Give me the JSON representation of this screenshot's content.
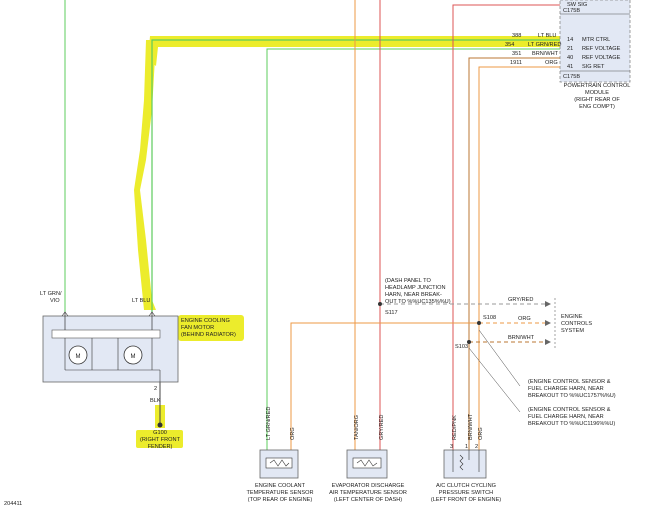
{
  "pcm": {
    "connector_top": "C175B",
    "connector_bottom": "C175B",
    "pins": [
      {
        "label": "SW SIG",
        "circuit": "",
        "wire": "",
        "pin": ""
      },
      {
        "label": "MTR CTRL",
        "circuit": "388",
        "wire": "LT BLU",
        "pin": "14"
      },
      {
        "label": "REF VOLTAGE",
        "circuit": "354",
        "wire": "LT GRN/RED",
        "pin": "21"
      },
      {
        "label": "REF VOLTAGE",
        "circuit": "351",
        "wire": "BRN/WHT",
        "pin": "40"
      },
      {
        "label": "SIG RET",
        "circuit": "1911",
        "wire": "ORG",
        "pin": "41"
      }
    ],
    "caption": [
      "POWERTRAIN CONTROL",
      "MODULE",
      "(RIGHT REAR OF",
      "ENG COMPT)"
    ]
  },
  "fan": {
    "wire_left": [
      "LT GRN/",
      "VIO"
    ],
    "wire_right": "LT BLU",
    "caption": [
      "ENGINE COOLING",
      "FAN MOTOR",
      "(BEHIND RADIATOR)"
    ],
    "motor_symbol": "M",
    "pin": "2",
    "ground_wire": "BLK"
  },
  "ground": {
    "label": "G100",
    "caption": [
      "(RIGHT FRONT",
      "FENDER)"
    ]
  },
  "dash_note": [
    "(DASH PANEL TO",
    "HEADLAMP JUNCTION",
    "HARN, NEAR BREAK-",
    "OUT TO %%UC135%%U)"
  ],
  "splices": {
    "s117": "S117",
    "s108": "S108",
    "s103": "S103"
  },
  "ecs": {
    "wires": [
      "GRY/RED",
      "ORG",
      "BRN/WHT"
    ],
    "caption": [
      "ENGINE",
      "CONTROLS",
      "SYSTEM"
    ]
  },
  "notes": {
    "n1": [
      "(ENGINE CONTROL SENSOR &",
      "FUEL CHARGE HARN, NEAR",
      "BREAKOUT TO %%UC1757%%U)"
    ],
    "n2": [
      "(ENGINE CONTROL SENSOR &",
      "FUEL CHARGE HARN, NEAR",
      "BREAKOUT TO %%UC1196%%U)"
    ]
  },
  "sensors": {
    "ect": {
      "wires": [
        "LT GRN/RED",
        "ORG"
      ],
      "caption": [
        "ENGINE COOLANT",
        "TEMPERATURE SENSOR",
        "(TOP REAR OF ENGINE)"
      ]
    },
    "evap": {
      "wires": [
        "TAN/ORG",
        "GRY/RED"
      ],
      "caption": [
        "EVAPORATOR DISCHARGE",
        "AIR TEMPERATURE SENSOR",
        "(LEFT CENTER OF DASH)"
      ]
    },
    "ac": {
      "wires": [
        "RED/PNK",
        "BRN/WHT",
        "ORG"
      ],
      "pins": [
        "3",
        "1",
        "2"
      ],
      "caption": [
        "A/C CLUTCH CYCLING",
        "PRESSURE SWITCH",
        "(LEFT FRONT OF ENGINE)"
      ]
    }
  },
  "figure_id": "204411",
  "colors": {
    "green": "#5ccc5c",
    "orange": "#ee9944",
    "red": "#dd5555",
    "dark_red": "#aa2222",
    "gray": "#999999",
    "highlight": "#ecec2c",
    "component_fill": "#e2e8f4"
  }
}
